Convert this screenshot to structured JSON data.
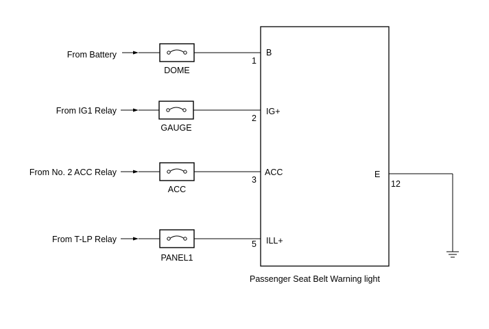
{
  "inputs": [
    {
      "source": "From Battery",
      "fuse": "DOME",
      "pin": "1",
      "terminal": "B"
    },
    {
      "source": "From IG1 Relay",
      "fuse": "GAUGE",
      "pin": "2",
      "terminal": "IG+"
    },
    {
      "source": "From No. 2 ACC Relay",
      "fuse": "ACC",
      "pin": "3",
      "terminal": "ACC"
    },
    {
      "source": "From T-LP Relay",
      "fuse": "PANEL1",
      "pin": "5",
      "terminal": "ILL+"
    }
  ],
  "ground": {
    "terminal": "E",
    "pin": "12",
    "icon": "ground-icon"
  },
  "component": {
    "label": "Passenger Seat Belt Warning light"
  }
}
